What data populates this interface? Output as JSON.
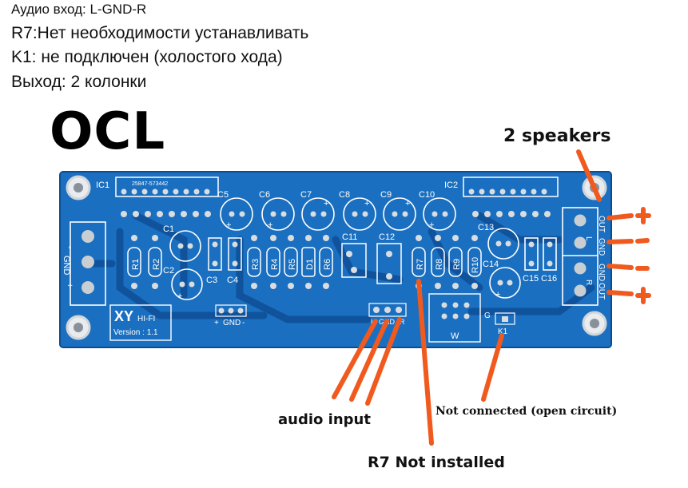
{
  "header": {
    "line1": "Аудио вход: L-GND-R",
    "line2": "R7:Нет необходимости устанавливать",
    "line3": "K1: не подключен (холостого хода)",
    "line4": "Выход: 2 колонки"
  },
  "mode_label": "OCL",
  "callouts": {
    "speakers": "2 speakers",
    "audio_input": "audio input",
    "r7": "R7 Not installed",
    "not_connected": "Not connected (open circuit)"
  },
  "board": {
    "ic1": "IC1",
    "ic1_part": "25847-573442",
    "ic2": "IC2",
    "logo": "XY",
    "hifi": "HI-FI",
    "version": "Version : 1.1",
    "power_gnd": "GND",
    "power_plus": "+",
    "power_minus": "-",
    "input_l": "L",
    "input_gnd": "GND",
    "input_r": "R",
    "w": "W",
    "k1": "K1",
    "g": "G",
    "out_label": "OUT",
    "out_gnd": "GND",
    "out_l": "L",
    "out_r": "R",
    "left_gnd": "GND",
    "left_plus": "+",
    "left_minus": "-",
    "caps": [
      "C5",
      "C6",
      "C7",
      "C8",
      "C9",
      "C10"
    ],
    "c1": "C1",
    "c2": "C2",
    "c3": "C3",
    "c4": "C4",
    "c11": "C11",
    "c12": "C12",
    "c13": "C13",
    "c14": "C14",
    "c15": "C15",
    "c16": "C16",
    "resistors": [
      "R1",
      "R2",
      "R3",
      "R4",
      "R5",
      "R6",
      "R7",
      "R8",
      "R9",
      "R10"
    ],
    "d1": "D1"
  },
  "colors": {
    "pcb": "#1a6fc0",
    "pcb_dark": "#0f4f96",
    "silk": "#ffffff",
    "arrow": "#f05a1e"
  }
}
